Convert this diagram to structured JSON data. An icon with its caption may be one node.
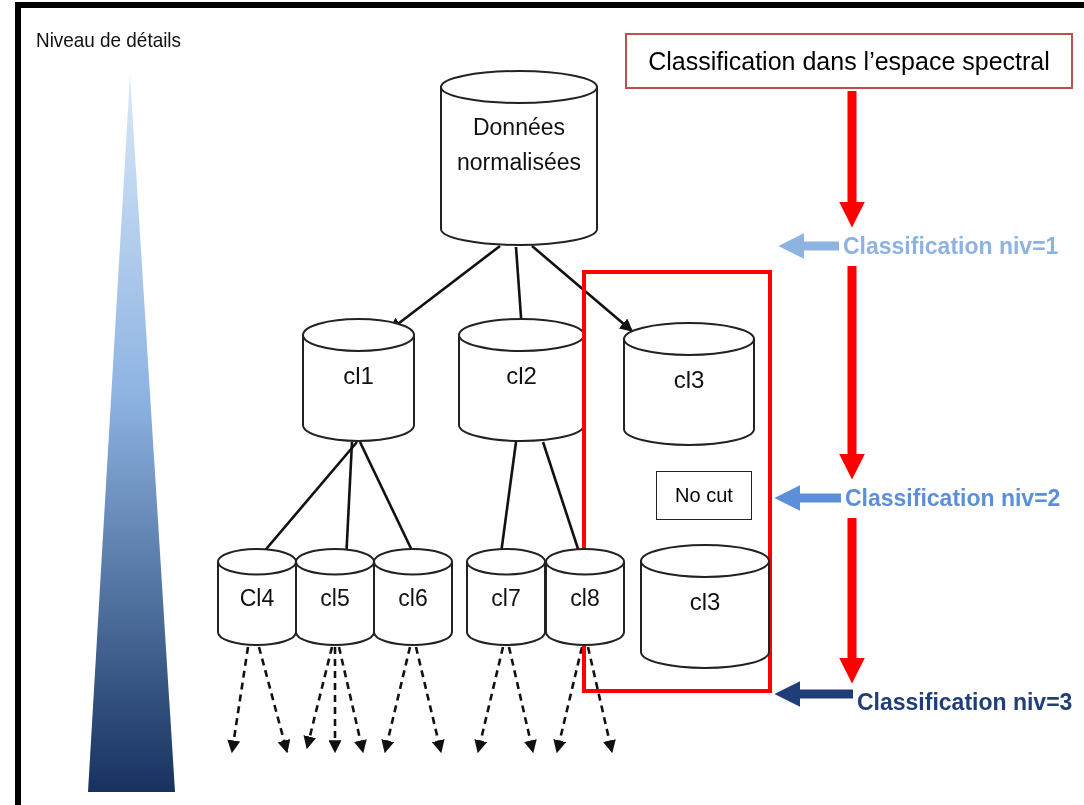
{
  "diagram": {
    "nodes": [
      {
        "text": [
          "Données normalisées"
        ]
      },
      {
        "text": [
          "cl1"
        ]
      },
      {
        "text": [
          "cl2"
        ]
      },
      {
        "text": [],
        "shape": "box"
      },
      {
        "text": [
          "cl3"
        ],
        "in": 3
      },
      {
        "text": [
          "No cut"
        ],
        "in": 3
      },
      {
        "text": [
          "cl3"
        ],
        "in": 3
      },
      {
        "text": [
          "Cl4"
        ]
      },
      {
        "text": [
          "cl5"
        ]
      },
      {
        "text": [
          "cl6"
        ]
      },
      {
        "text": [
          "cl7"
        ]
      },
      {
        "text": [
          "cl8"
        ]
      },
      {
        "text": [
          "Classification dans l’espace spectral"
        ]
      },
      {
        "text": [
          "Classification niv=1"
        ]
      },
      {
        "text": [
          "Classification niv=2"
        ]
      },
      {
        "text": [
          "Classification niv=3"
        ]
      },
      {
        "text": [
          "Niveau de détails"
        ]
      }
    ],
    "edges": [
      {
        "from": 0,
        "to": 1,
        "arrow": "to"
      },
      {
        "from": 0,
        "to": 2,
        "arrow": "to"
      },
      {
        "from": 0,
        "to": 4,
        "arrow": "to"
      },
      {
        "from": 1,
        "to": 7,
        "arrow": "to"
      },
      {
        "from": 1,
        "to": 8,
        "arrow": "to"
      },
      {
        "from": 1,
        "to": 9,
        "arrow": "to"
      },
      {
        "from": 2,
        "to": 10,
        "arrow": "to"
      },
      {
        "from": 2,
        "to": 11,
        "arrow": "to"
      },
      {
        "from": 7,
        "to": null,
        "arrow": "to",
        "style": "dashed"
      },
      {
        "from": 7,
        "to": null,
        "arrow": "to",
        "style": "dashed"
      },
      {
        "from": 8,
        "to": null,
        "arrow": "to",
        "style": "dashed"
      },
      {
        "from": 8,
        "to": null,
        "arrow": "to",
        "style": "dashed"
      },
      {
        "from": 8,
        "to": null,
        "arrow": "to",
        "style": "dashed"
      },
      {
        "from": 9,
        "to": null,
        "arrow": "to",
        "style": "dashed"
      },
      {
        "from": 9,
        "to": null,
        "arrow": "to",
        "style": "dashed"
      },
      {
        "from": 10,
        "to": null,
        "arrow": "to",
        "style": "dashed"
      },
      {
        "from": 10,
        "to": null,
        "arrow": "to",
        "style": "dashed"
      },
      {
        "from": 11,
        "to": null,
        "arrow": "to",
        "style": "dashed"
      },
      {
        "from": 11,
        "to": null,
        "arrow": "to",
        "style": "dashed"
      },
      {
        "from": 12,
        "to": 13,
        "arrow": "to",
        "style": "thick",
        "color": "#ff0000"
      },
      {
        "from": 13,
        "to": 14,
        "arrow": "to",
        "style": "thick",
        "color": "#ff0000"
      },
      {
        "from": 14,
        "to": 15,
        "arrow": "to",
        "style": "thick",
        "color": "#ff0000"
      },
      {
        "from": 13,
        "to": null,
        "arrow": "to",
        "style": "thick",
        "color": "#8db3e2"
      },
      {
        "from": 14,
        "to": 3,
        "arrow": "to",
        "style": "thick",
        "color": "#5b8fd9"
      },
      {
        "from": 15,
        "to": 3,
        "arrow": "to",
        "style": "thick",
        "color": "#1f3e77"
      }
    ]
  }
}
